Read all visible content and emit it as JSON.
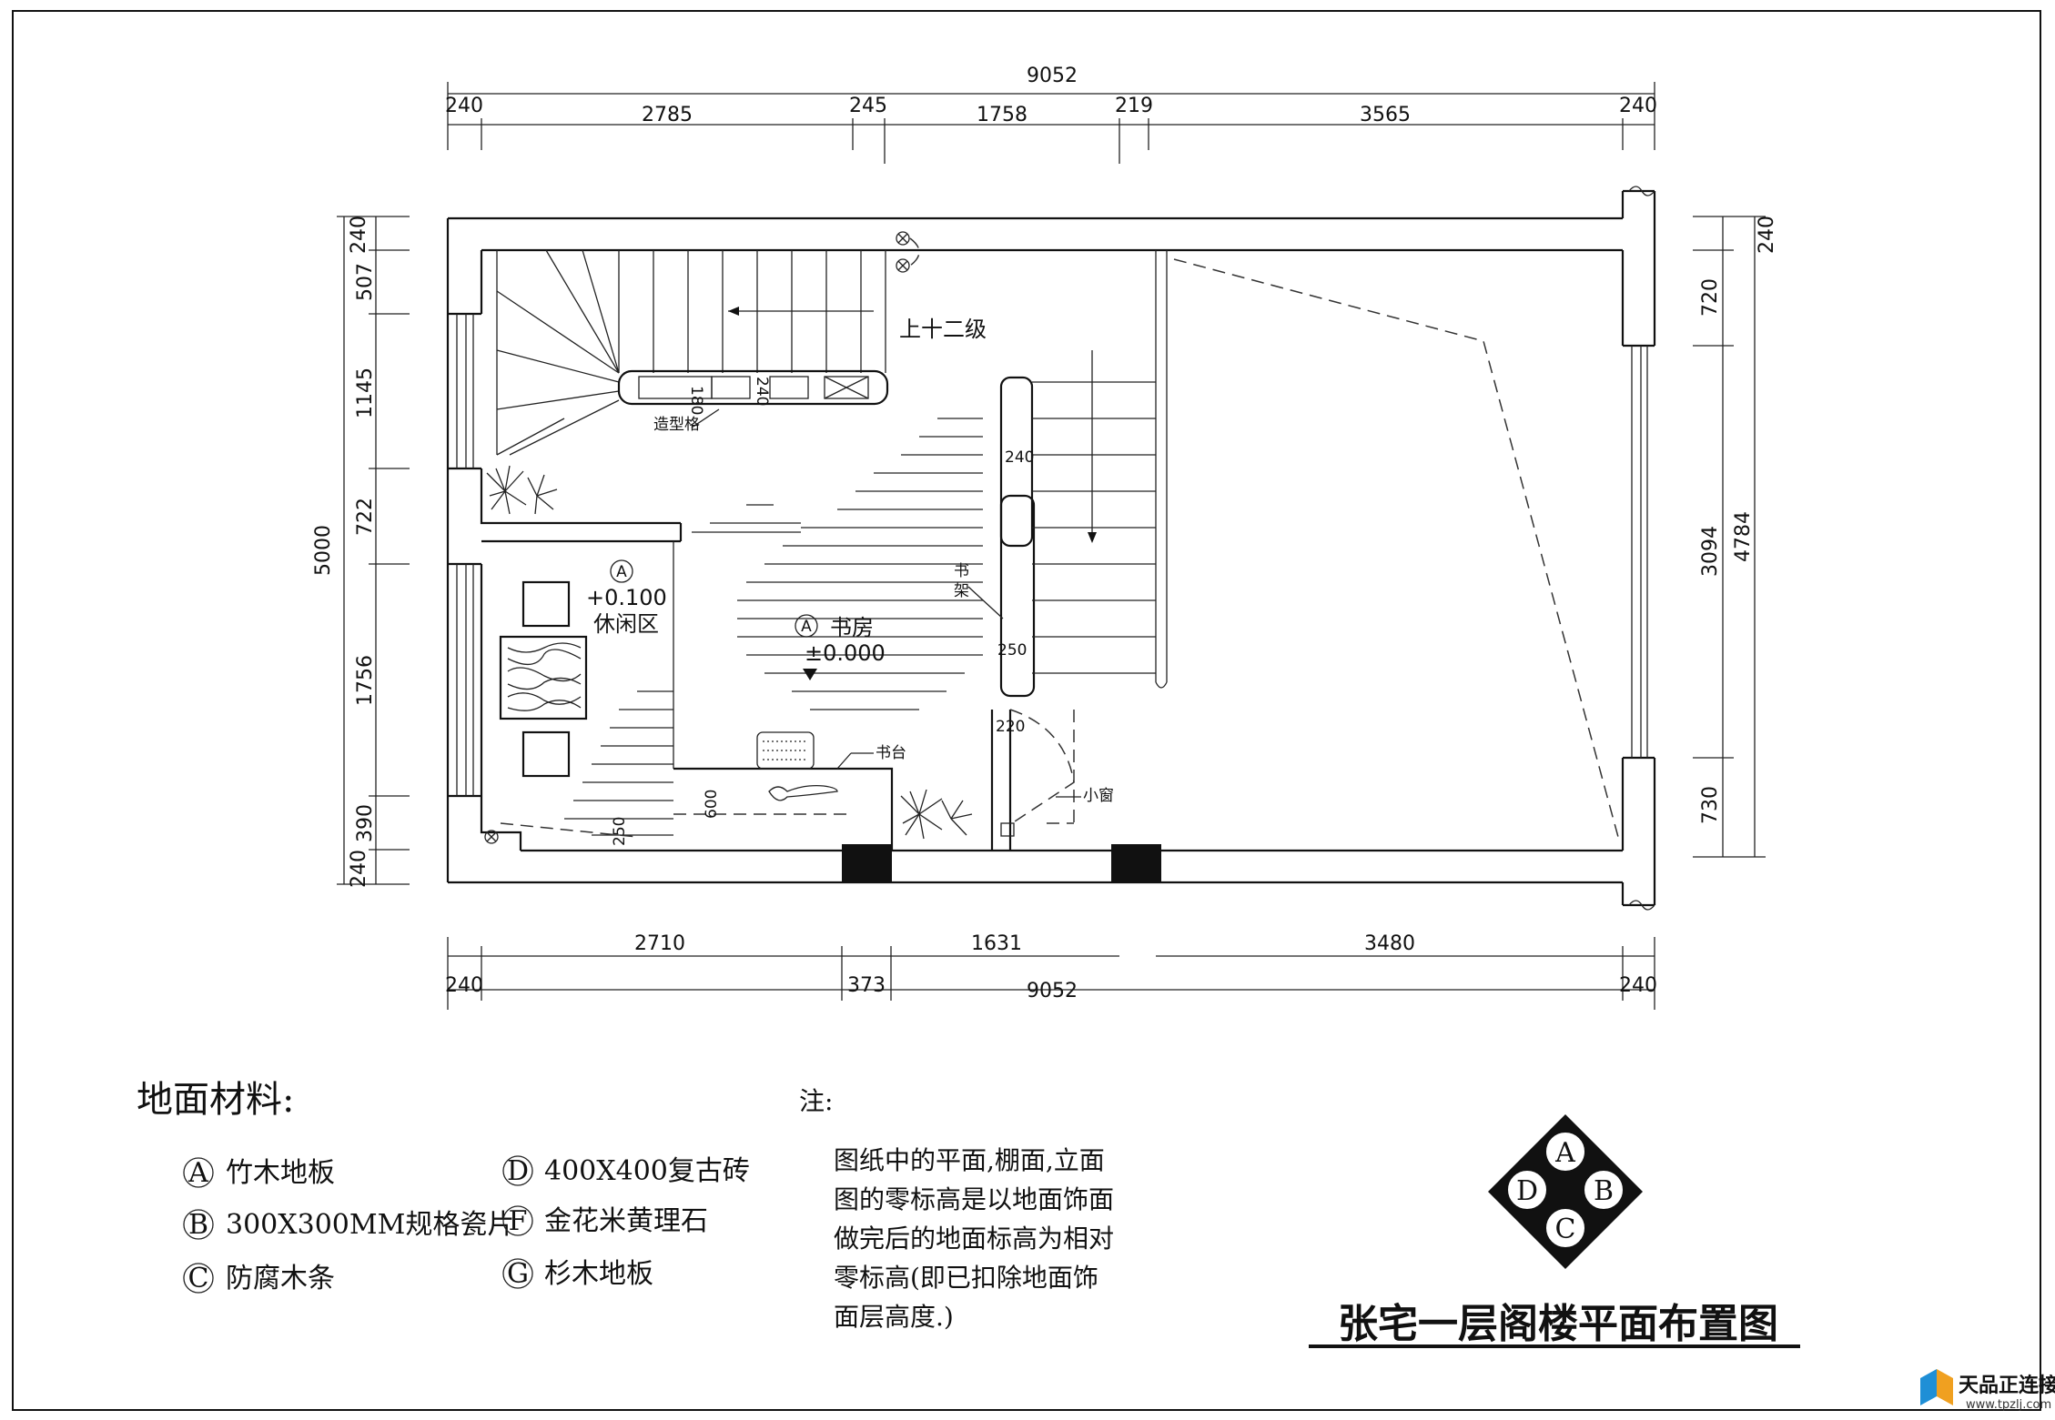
{
  "drawing": {
    "title": "张宅一层阁楼平面布置图",
    "top_dims_total": "9052",
    "top_dims": [
      "240",
      "2785",
      "245",
      "1758",
      "219",
      "3565",
      "240"
    ],
    "bottom_dims_upper": [
      "2710",
      "1631",
      "3480"
    ],
    "bottom_dims_lower": [
      "240",
      "373",
      "9052",
      "240"
    ],
    "left_dims": [
      "240",
      "507",
      "1145",
      "722",
      "1756",
      "390",
      "240"
    ],
    "left_total": "5000",
    "right_dims": [
      "240",
      "720",
      "3094",
      "730"
    ],
    "right_total": "4784",
    "rooms": {
      "leisure_tag": "A",
      "leisure_level": "+0.100",
      "leisure_name": "休闲区",
      "study_tag": "A",
      "study_name": "书房",
      "study_level": "±0.000"
    },
    "labels": {
      "stairs_up": "上十二级",
      "shaped_grid": "造型格",
      "bookshelf_1": "书",
      "bookshelf_2": "架",
      "desk": "书台",
      "small_window": "小窗",
      "d180": "180",
      "d240a": "240",
      "d240b": "240",
      "d250a": "250",
      "d220": "220",
      "d600": "600",
      "d250b": "250"
    }
  },
  "legend": {
    "title": "地面材料:",
    "items": [
      {
        "tag": "A",
        "text": "竹木地板"
      },
      {
        "tag": "B",
        "text": "300X300MM规格瓷片"
      },
      {
        "tag": "C",
        "text": "防腐木条"
      },
      {
        "tag": "D",
        "text": "400X400复古砖"
      },
      {
        "tag": "F",
        "text": "金花米黄理石"
      },
      {
        "tag": "G",
        "text": "杉木地板"
      }
    ]
  },
  "notes": {
    "heading": "注:",
    "lines": [
      "图纸中的平面,棚面,立面",
      "图的零标高是以地面饰面",
      "做完后的地面标高为相对",
      "零标高(即已扣除地面饰",
      "面层高度.)"
    ]
  },
  "compass": {
    "top": "A",
    "left": "D",
    "right": "B",
    "bottom": "C"
  },
  "watermark": {
    "name": "天品正连接",
    "url": "www.tpzlj.com",
    "brand_color": "#1f8fd6",
    "accent_color": "#f0a020"
  }
}
